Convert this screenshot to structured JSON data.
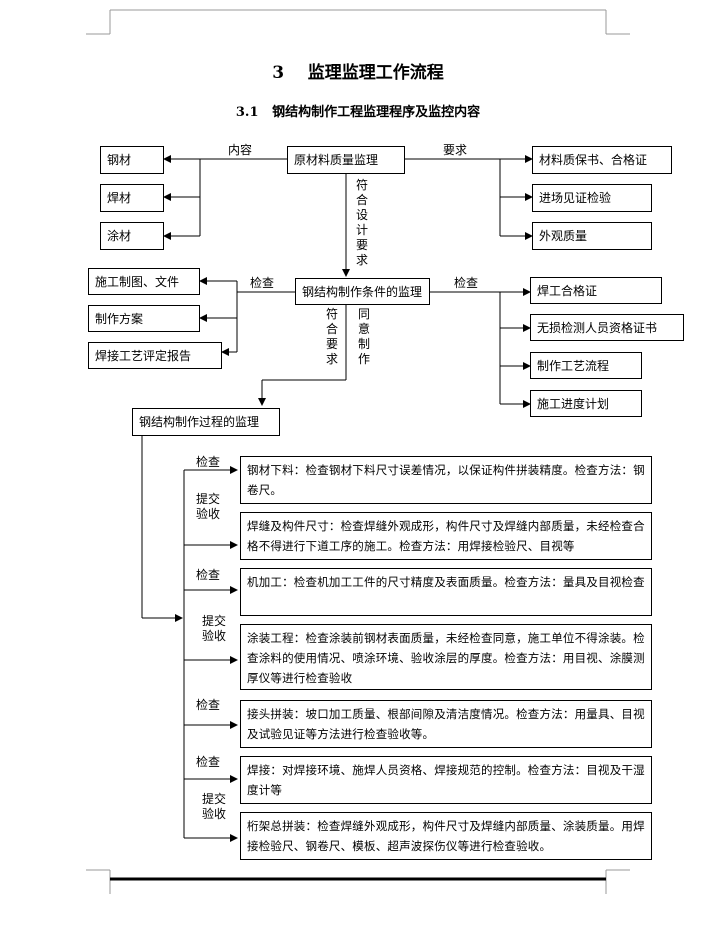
{
  "heading": {
    "number": "3",
    "title": "监理监理工作流程"
  },
  "subheading": {
    "number": "3.1",
    "title": "钢结构制作工程监理程序及监控内容"
  },
  "level1": {
    "center": "原材料质量监理",
    "left_label": "内容",
    "right_label": "要求",
    "left_items": [
      "钢材",
      "焊材",
      "涂材"
    ],
    "right_items": [
      "材料质保书、合格证",
      "进场见证检验",
      "外观质量"
    ],
    "down_label": "符合设计要求"
  },
  "level2": {
    "center": "钢结构制作条件的监理",
    "left_label": "检查",
    "right_label": "检查",
    "left_items": [
      "施工制图、文件",
      "制作方案",
      "焊接工艺评定报告"
    ],
    "right_items": [
      "焊工合格证",
      "无损检测人员资格证书",
      "制作工艺流程",
      "施工进度计划"
    ],
    "down_label_a": "符合要求",
    "down_label_b": "同意制作"
  },
  "level3": {
    "center": "钢结构制作过程的监理",
    "step_labels": [
      "检查",
      "提交验收",
      "检查",
      "提交验收",
      "检查",
      "检查",
      "提交验收"
    ],
    "steps": [
      "钢材下料：检查钢材下料尺寸误差情况，以保证构件拼装精度。检查方法：钢卷尺。",
      "焊缝及构件尺寸：检查焊缝外观成形，构件尺寸及焊缝内部质量，未经检查合格不得进行下道工序的施工。检查方法：用焊接检验尺、目视等",
      "机加工：检查机加工工件的尺寸精度及表面质量。检查方法：量具及目视检查",
      "涂装工程：检查涂装前钢材表面质量，未经检查同意，施工单位不得涂装。检查涂料的使用情况、喷涂环境、验收涂层的厚度。检查方法：用目视、涂膜测厚仪等进行检查验收",
      "接头拼装：坡口加工质量、根部间隙及清洁度情况。检查方法：用量具、目视及试验见证等方法进行检查验收等。",
      "焊接：对焊接环境、施焊人员资格、焊接规范的控制。检查方法：目视及干湿度计等",
      "桁架总拼装：检查焊缝外观成形，构件尺寸及焊缝内部质量、涂装质量。用焊接检验尺、钢卷尺、模板、超声波探伤仪等进行检查验收。"
    ]
  }
}
